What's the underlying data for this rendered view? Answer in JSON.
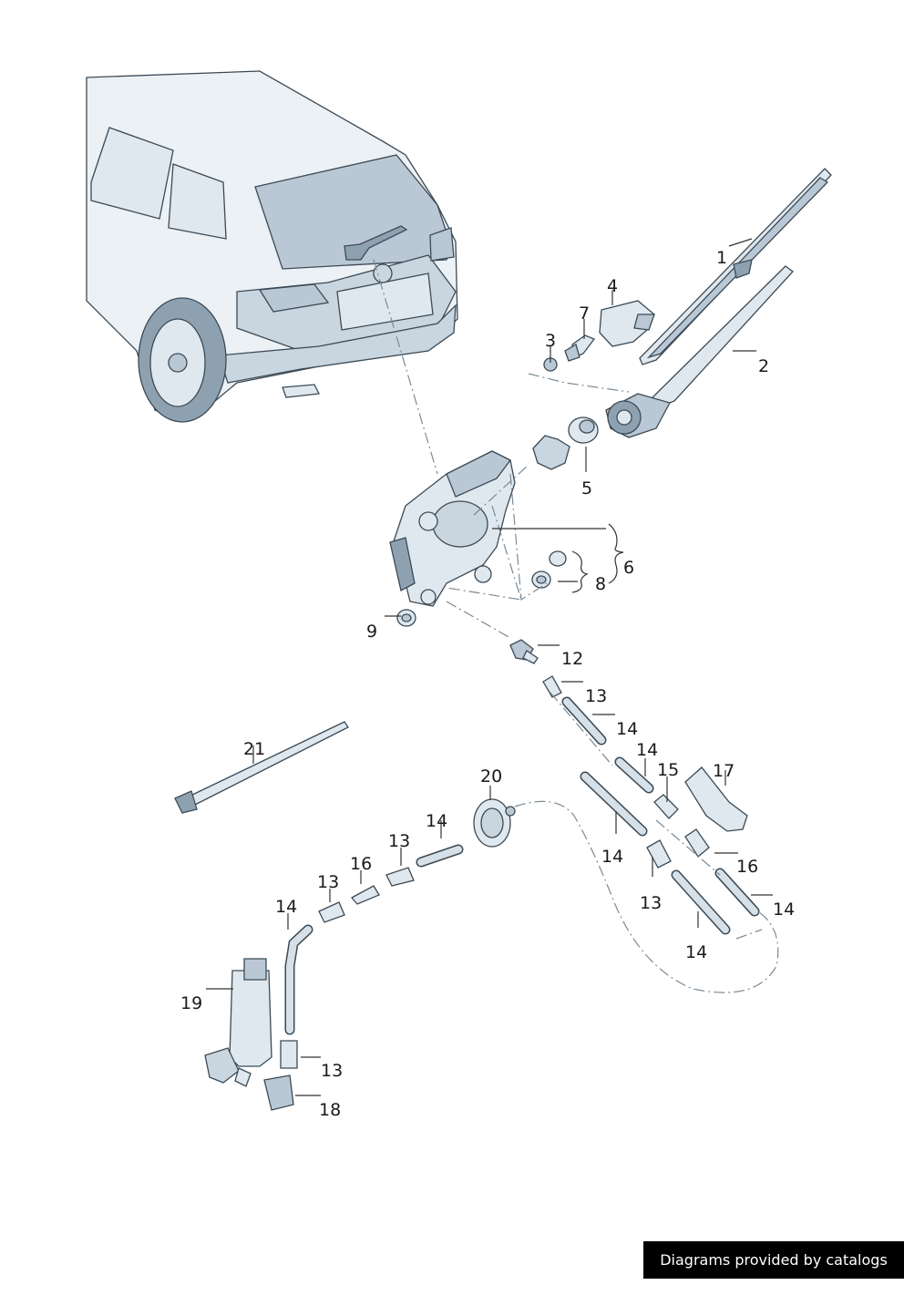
{
  "callouts": [
    {
      "id": "c1",
      "label": "1"
    },
    {
      "id": "c2",
      "label": "2"
    },
    {
      "id": "c3",
      "label": "3"
    },
    {
      "id": "c4",
      "label": "4"
    },
    {
      "id": "c5",
      "label": "5"
    },
    {
      "id": "c6",
      "label": "6"
    },
    {
      "id": "c7",
      "label": "7"
    },
    {
      "id": "c8",
      "label": "8"
    },
    {
      "id": "c9",
      "label": "9"
    },
    {
      "id": "c12",
      "label": "12"
    },
    {
      "id": "c13a",
      "label": "13"
    },
    {
      "id": "c14a",
      "label": "14"
    },
    {
      "id": "c14b",
      "label": "14"
    },
    {
      "id": "c15",
      "label": "15"
    },
    {
      "id": "c17",
      "label": "17"
    },
    {
      "id": "c14c",
      "label": "14"
    },
    {
      "id": "c16a",
      "label": "16"
    },
    {
      "id": "c13b",
      "label": "13"
    },
    {
      "id": "c14d",
      "label": "14"
    },
    {
      "id": "c14e",
      "label": "14"
    },
    {
      "id": "c20",
      "label": "20"
    },
    {
      "id": "c21",
      "label": "21"
    },
    {
      "id": "c14f",
      "label": "14"
    },
    {
      "id": "c13c",
      "label": "13"
    },
    {
      "id": "c16b",
      "label": "16"
    },
    {
      "id": "c13d",
      "label": "13"
    },
    {
      "id": "c14g",
      "label": "14"
    },
    {
      "id": "c19",
      "label": "19"
    },
    {
      "id": "c13e",
      "label": "13"
    },
    {
      "id": "c18",
      "label": "18"
    }
  ],
  "credit": "Diagrams provided by catalogs parts",
  "colors": {
    "part_fill": "#dfe8ef",
    "part_shade": "#b9c8d4",
    "outline": "#3c4a55",
    "credit_bg": "#000000"
  }
}
